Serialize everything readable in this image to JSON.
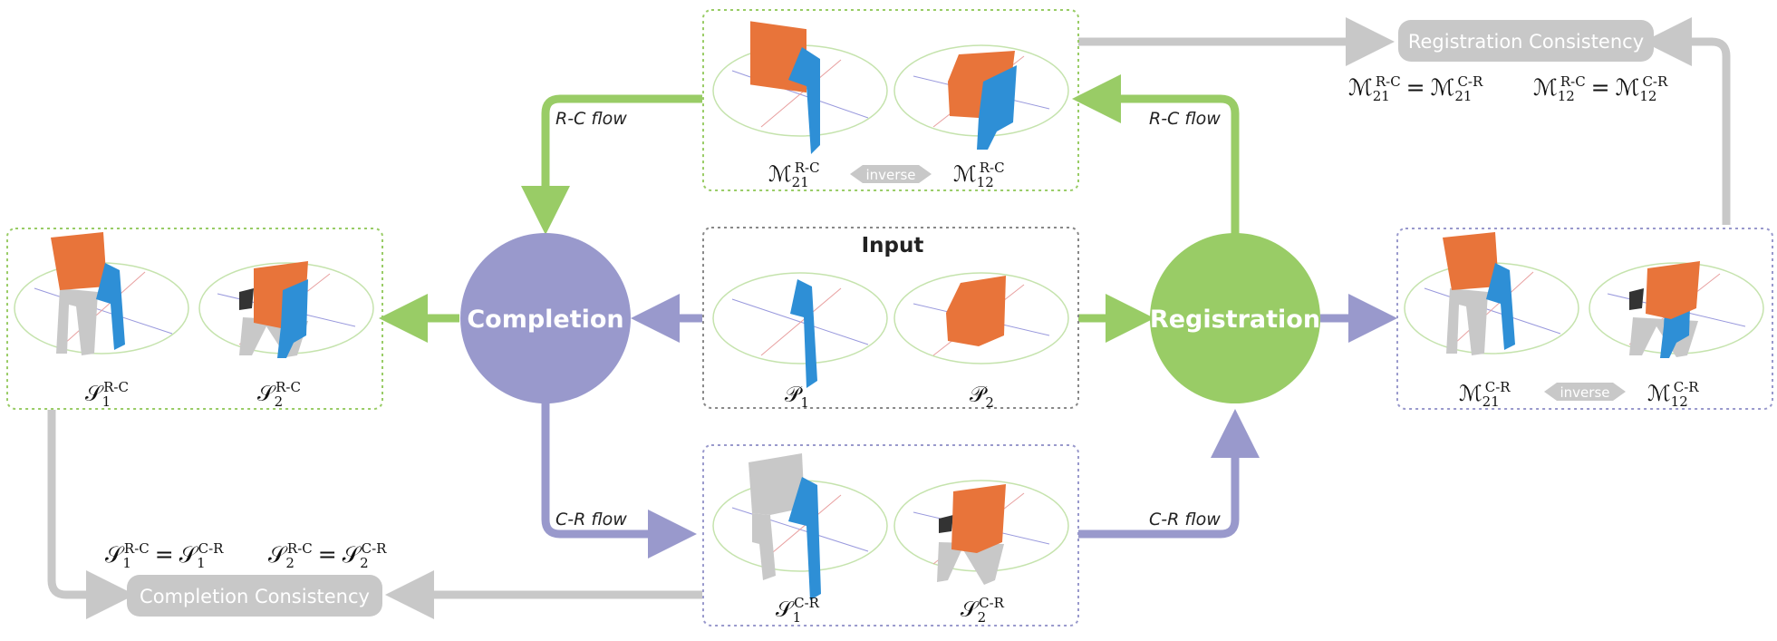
{
  "nodes": {
    "completion": "Completion",
    "registration": "Registration",
    "input_title": "Input",
    "registration_consistency": "Registration Consistency",
    "completion_consistency": "Completion Consistency"
  },
  "flows": {
    "rc_left": "R-C flow",
    "rc_right": "R-C flow",
    "cr_left": "C-R flow",
    "cr_right": "C-R flow"
  },
  "inverse": "inverse",
  "symbols": {
    "M": "ℳ",
    "S": "𝒮",
    "P": "𝒫",
    "sub21": "21",
    "sub12": "12",
    "sub1": "1",
    "sub2": "2",
    "rc": "R-C",
    "cr": "C-R",
    "eq": "="
  },
  "colors": {
    "green": "#99cc66",
    "purple": "#9999cc",
    "gray": "#c8c8c8",
    "orange": "#e8743a",
    "blue": "#2e8fd6",
    "point_gray": "#c8c8c8",
    "dark": "#333333"
  }
}
